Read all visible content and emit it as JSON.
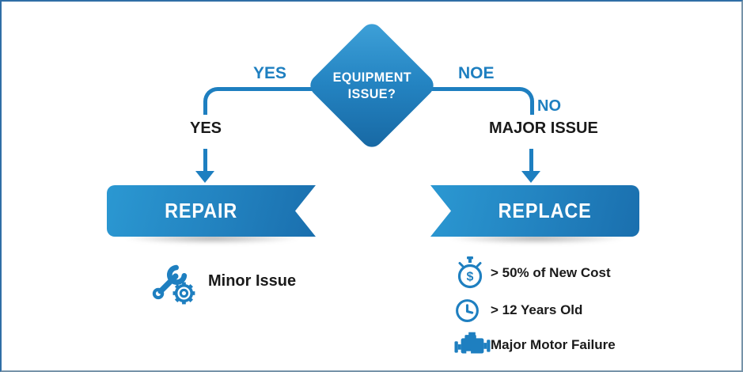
{
  "palette": {
    "primary_blue": "#1e7fc0",
    "diamond_gradient": [
      "#3fa2d9",
      "#1767a2"
    ],
    "banner_gradient": [
      "#2b98d2",
      "#1a6fae"
    ],
    "text_black": "#1a1a1a",
    "frame_border": "#2f6ea6",
    "white": "#ffffff"
  },
  "diamond": {
    "line1": "EQUIPMENT",
    "line2": "ISSUE?"
  },
  "left_branch": {
    "line_label": "YES",
    "node_label": "YES",
    "banner_label": "REPAIR",
    "items": [
      {
        "icon": "wrench-gear-icon",
        "label": "Minor Issue"
      }
    ]
  },
  "right_branch": {
    "line_label": "NOE",
    "corner_label": "NO",
    "node_label": "MAJOR ISSUE",
    "banner_label": "REPLACE",
    "items": [
      {
        "icon": "stopwatch-dollar-icon",
        "icon_symbol": "$",
        "label": "> 50% of New Cost"
      },
      {
        "icon": "clock-icon",
        "label": "> 12 Years Old"
      },
      {
        "icon": "engine-icon",
        "label": "Major Motor Failure"
      }
    ]
  }
}
